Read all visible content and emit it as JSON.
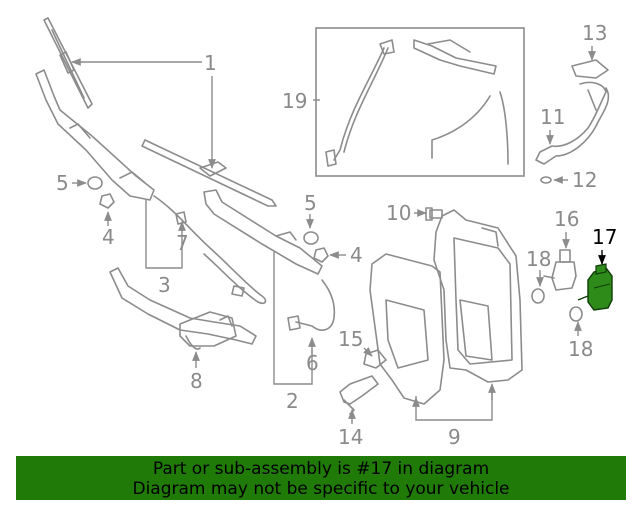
{
  "diagram": {
    "labels": {
      "p1": "1",
      "p2": "2",
      "p3": "3",
      "p4a": "4",
      "p4b": "4",
      "p5a": "5",
      "p5b": "5",
      "p6": "6",
      "p7": "7",
      "p8": "8",
      "p9": "9",
      "p10": "10",
      "p11": "11",
      "p12": "12",
      "p13": "13",
      "p14": "14",
      "p15": "15",
      "p16": "16",
      "p17": "17",
      "p18a": "18",
      "p18b": "18",
      "p19": "19"
    },
    "highlight_color": "#2e8b1a",
    "part_color": "#8c8c8c"
  },
  "banner": {
    "line1": "Part or sub-assembly is #17 in diagram",
    "line2": "Diagram may not be specific to your vehicle",
    "color": "#1f7a07"
  }
}
